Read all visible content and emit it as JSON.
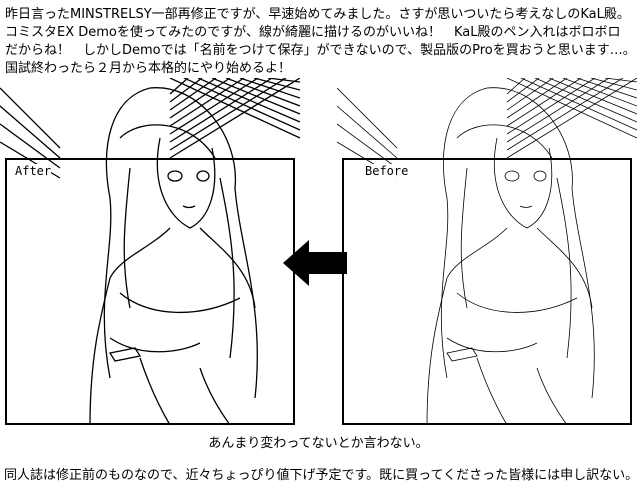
{
  "intro": {
    "lines": [
      "昨日言ったMINSTRELSY一部再修正ですが、早速始めてみました。さすが思いついたら考えなしのKaL殿。",
      "コミスタEX Demoを使ってみたのですが、線が綺麗に描けるのがいいね！　KaL殿のペン入れはボロボロ",
      "だからね！　しかしDemoでは「名前をつけて保存」ができないので、製品版のProを買おうと思います…。",
      "国試終わったら２月から本格的にやり始めるよ！"
    ]
  },
  "panels": {
    "after_label": "After",
    "before_label": "Before"
  },
  "arrow_icon": "arrow-left-icon",
  "caption": "あんまり変わってないとか言わない。",
  "footer": "同人誌は修正前のものなので、近々ちょっぴり値下げ予定です。既に買ってくださった皆様には申し訳ない。"
}
